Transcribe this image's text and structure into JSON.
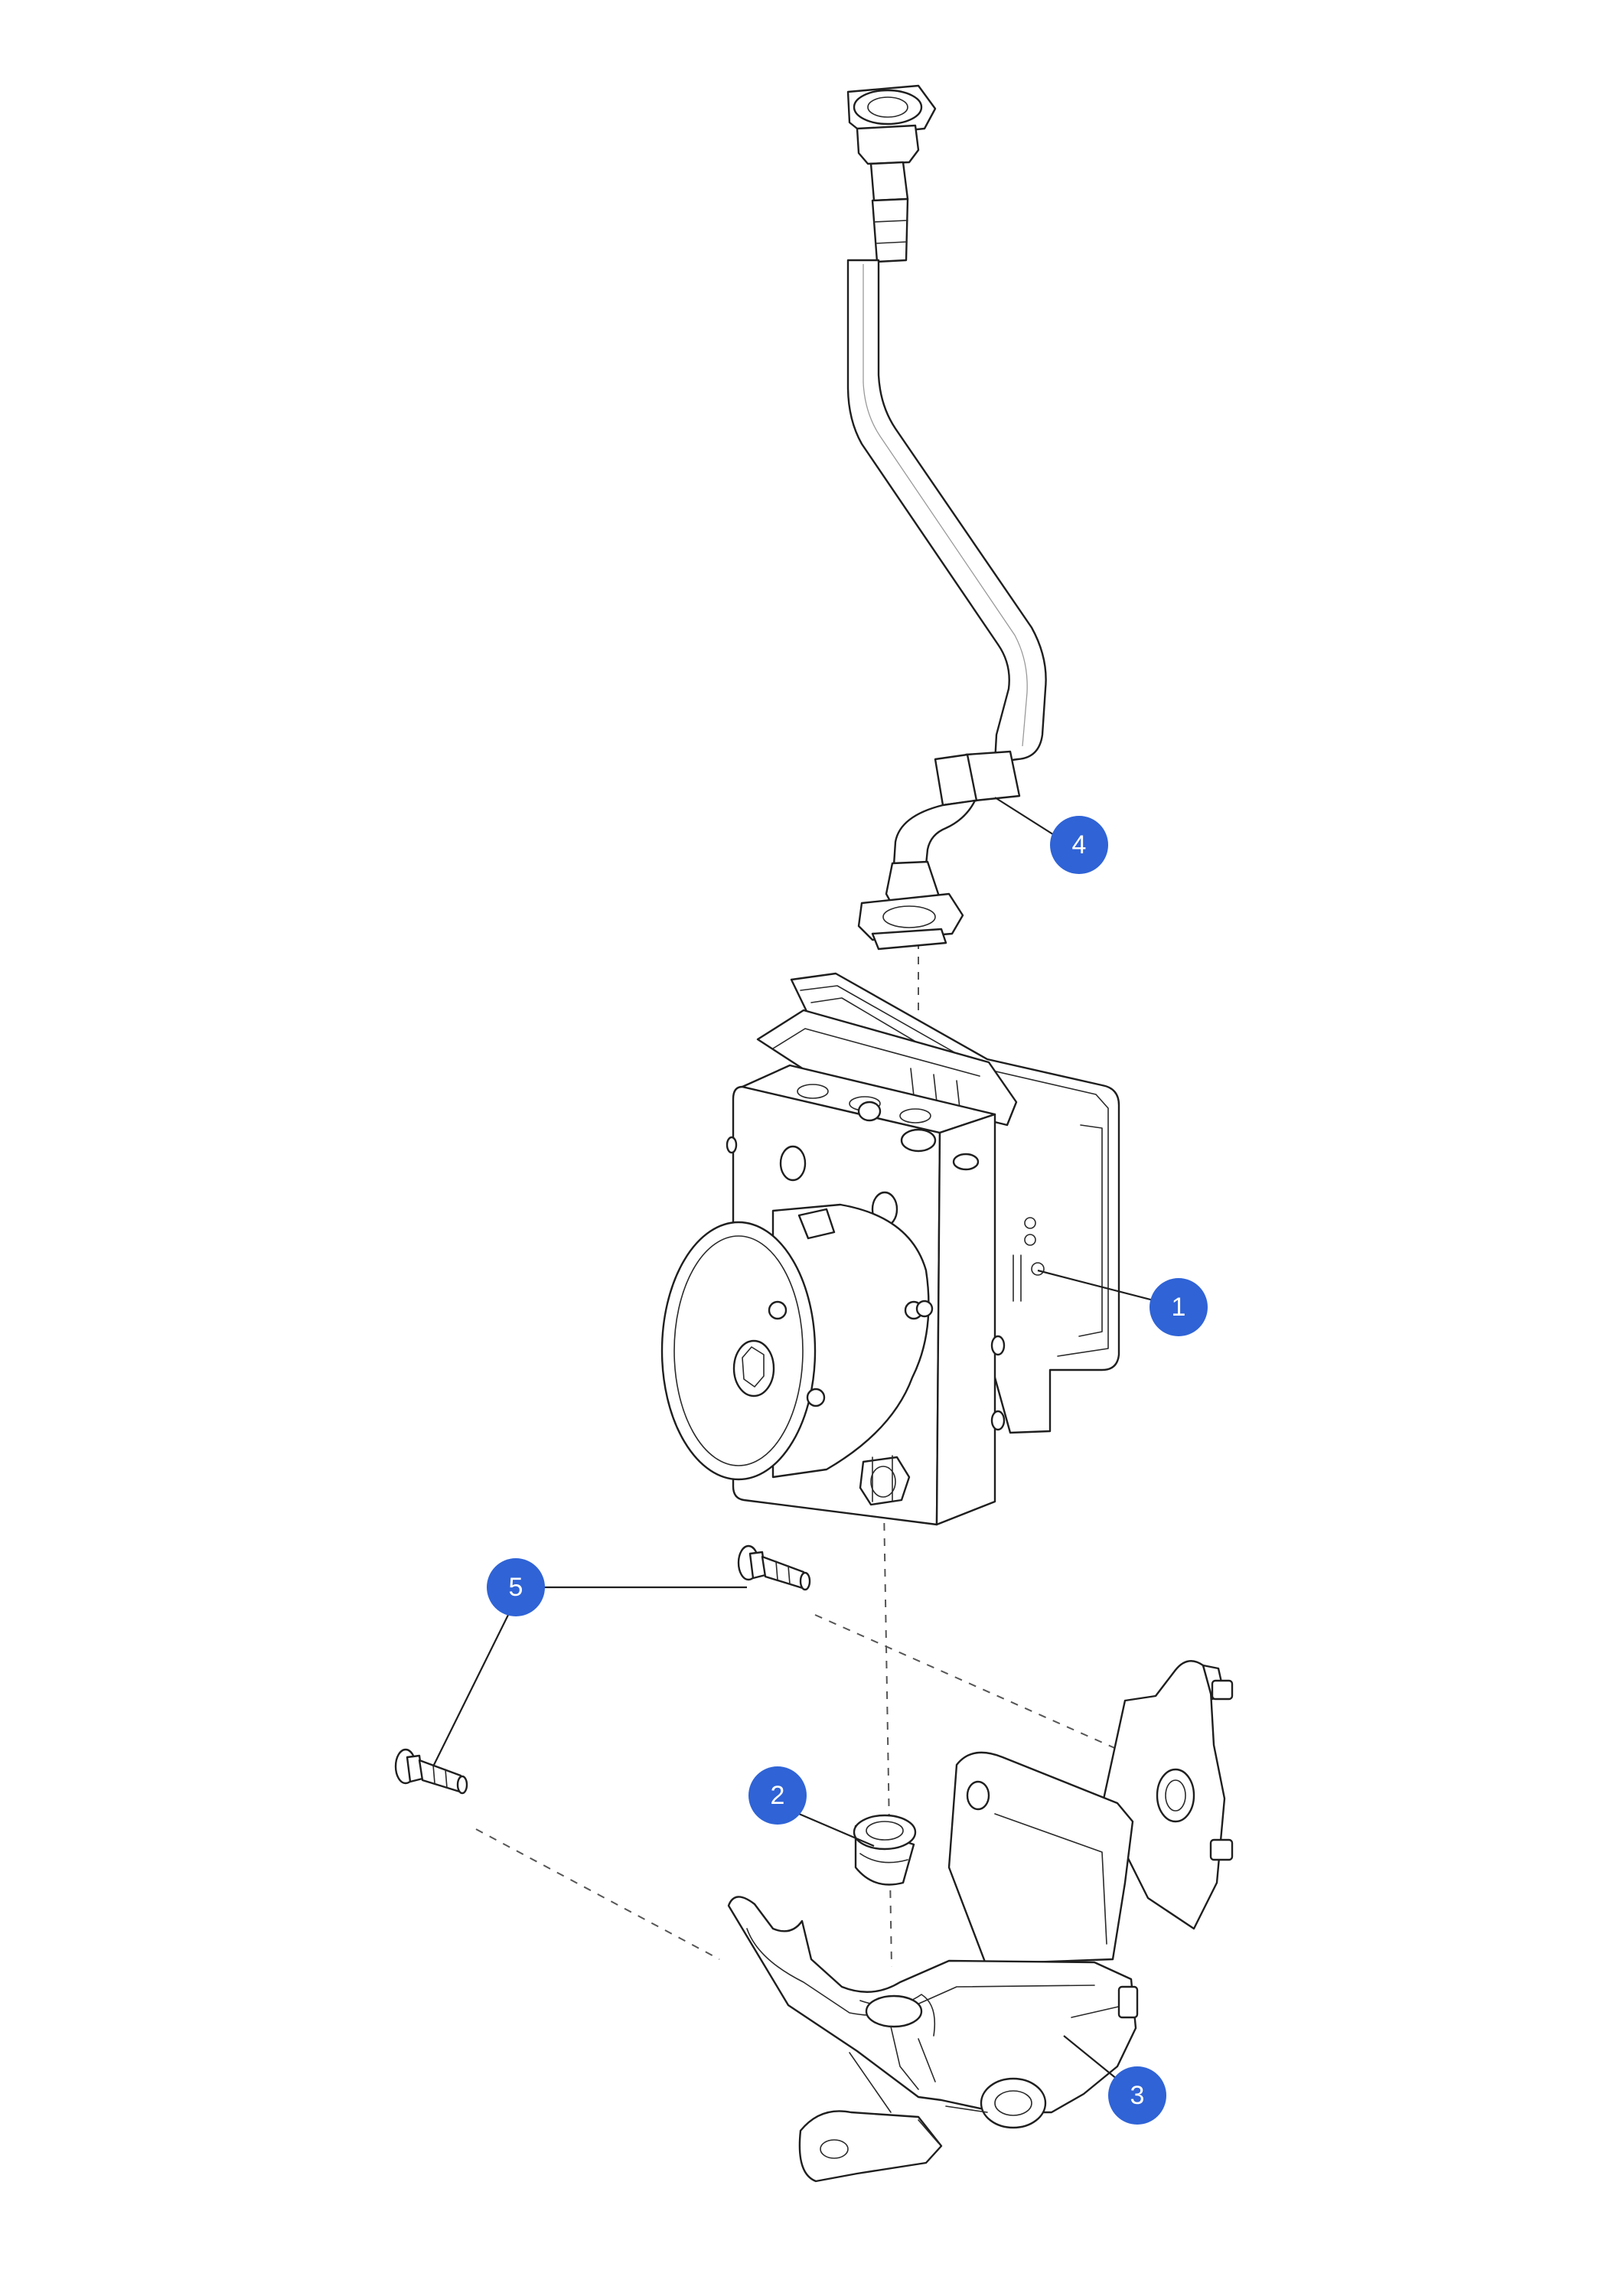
{
  "diagram": {
    "callout_color": "#2f63d6",
    "callouts": [
      {
        "label": "1",
        "part": "abs-modulator-unit"
      },
      {
        "label": "2",
        "part": "rubber-grommet"
      },
      {
        "label": "3",
        "part": "mounting-bracket"
      },
      {
        "label": "4",
        "part": "brake-line-hose"
      },
      {
        "label": "5",
        "part": "flange-bolts"
      }
    ]
  }
}
